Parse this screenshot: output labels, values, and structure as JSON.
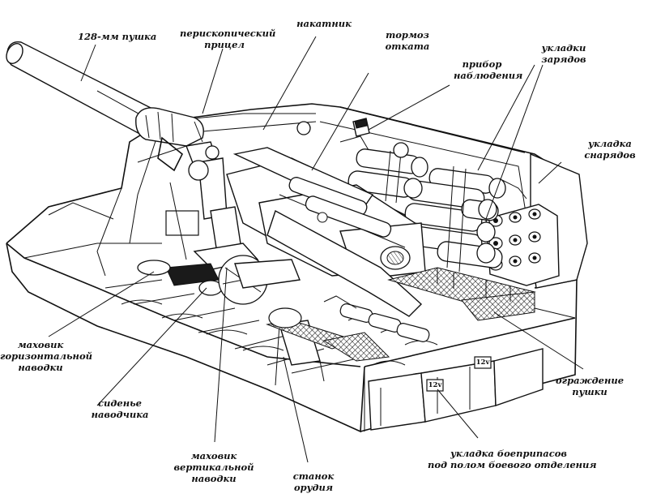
{
  "labels": {
    "gun": "128-мм пушка",
    "periscope_sight": "перископический\nприцел",
    "recuperator": "накатник",
    "recoil_brake": "тормоз\nотката",
    "observation_device": "прибор\nнаблюдения",
    "charge_racks": "укладки\nзарядов",
    "shell_rack": "укладка\nснарядов",
    "traverse_handwheel": "маховик\nгоризонтальной\nнаводки",
    "gunner_seat": "сиденье\nнаводчика",
    "elevation_handwheel": "маховик\nвертикальной\nнаводки",
    "gun_mount": "станок\nорудия",
    "floor_ammo_stowage": "укладка боеприпасов\nпод полом боевого отделения",
    "gun_guard": "ограждение\nпушки"
  },
  "markings": {
    "box_a": "12v",
    "box_b": "12v"
  }
}
